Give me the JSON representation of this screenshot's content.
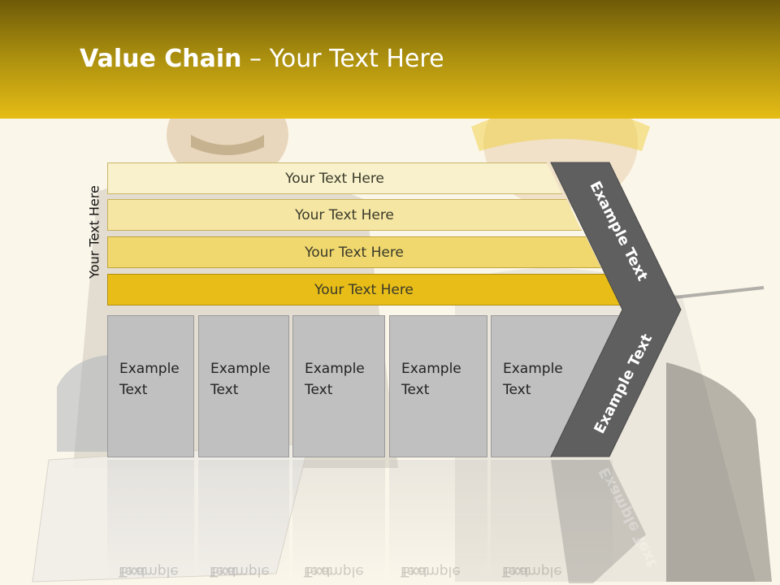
{
  "header": {
    "title_bold": "Value Chain",
    "title_rest": " – Your Text Here"
  },
  "side_label": "Your Text Here",
  "bands": [
    {
      "label": "Your Text Here",
      "color": "#f8f1cc"
    },
    {
      "label": "Your Text Here",
      "color": "#f5e6a3"
    },
    {
      "label": "Your Text Here",
      "color": "#f0d86e"
    },
    {
      "label": "Your Text Here",
      "color": "#e8bd18"
    }
  ],
  "boxes": [
    {
      "line1": "Example",
      "line2": "Text"
    },
    {
      "line1": "Example",
      "line2": "Text"
    },
    {
      "line1": "Example",
      "line2": "Text"
    },
    {
      "line1": "Example",
      "line2": "Text"
    },
    {
      "line1": "Example",
      "line2": "Text"
    }
  ],
  "chevron_upper": "Example Text",
  "chevron_lower": "Example Text",
  "colors": {
    "header_top": "#6e5a08",
    "header_bottom": "#e6bd16",
    "chevron": "#5f5f5f",
    "box": "#c0c0c0"
  }
}
